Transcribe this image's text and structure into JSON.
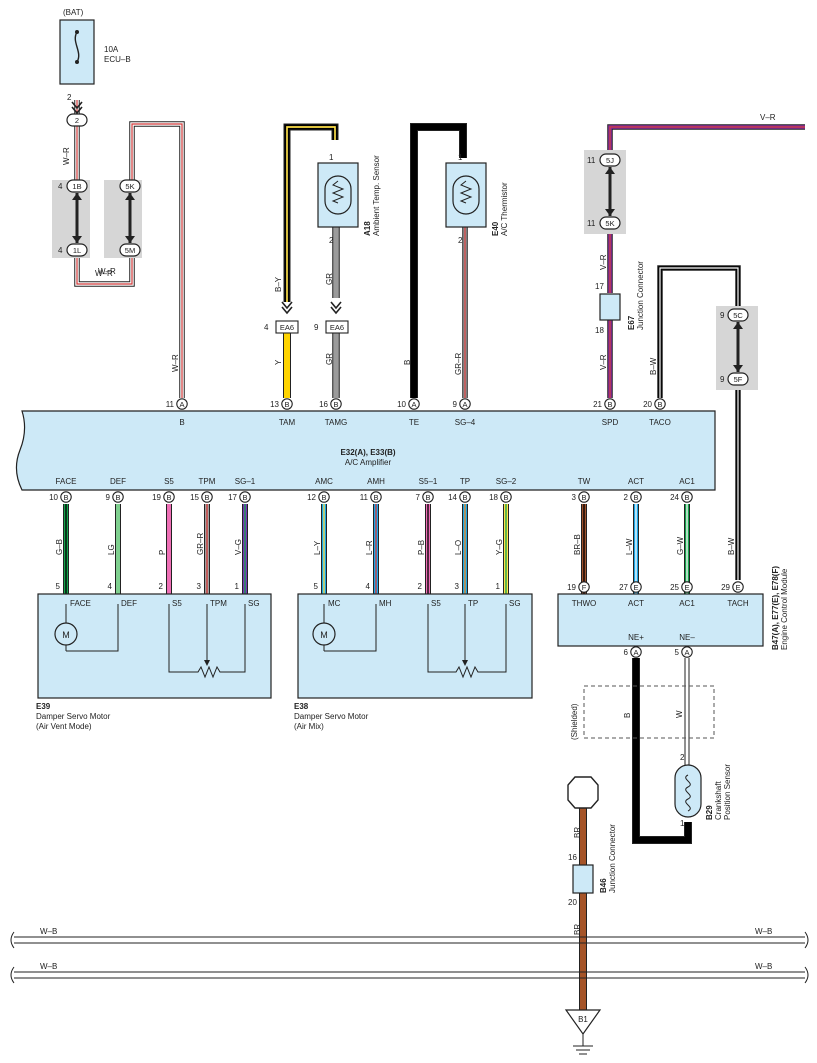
{
  "fuse": {
    "source": "(BAT)",
    "rating": "10A",
    "name": "ECU–B",
    "pin": "2",
    "node": "2"
  },
  "colors": {
    "box_fill": "#cde9f7",
    "shade": "#d6d6d6",
    "W-R": [
      "#ffffff",
      "#d23a3a"
    ],
    "B-Y": [
      "#000000",
      "#ffe14a"
    ],
    "Y": "#ffd400",
    "GR": "#9b9b9b",
    "B": "#000000",
    "GR-R": [
      "#a0a0a0",
      "#d23a3a"
    ],
    "V-R": [
      "#8a2da0",
      "#d23a3a"
    ],
    "B-W": [
      "#000000",
      "#ffffff"
    ],
    "G-B": [
      "#14a24b",
      "#000000"
    ],
    "LG": "#7fd08f",
    "P": "#ef6fb6",
    "V-G": [
      "#7a33b8",
      "#14a24b"
    ],
    "L-Y": [
      "#1aa6e8",
      "#ffe14a"
    ],
    "L-R": [
      "#1aa6e8",
      "#d23a3a"
    ],
    "P-B": [
      "#ef6fb6",
      "#000000"
    ],
    "L-O": [
      "#1aa6e8",
      "#f08a24"
    ],
    "Y-G": [
      "#ffe14a",
      "#14a24b"
    ],
    "BR-B": [
      "#a0522d",
      "#000000"
    ],
    "L-W": [
      "#1aa6e8",
      "#ffffff"
    ],
    "G-W": [
      "#14a24b",
      "#ffffff"
    ],
    "BR": "#a55428",
    "W": "#ffffff"
  },
  "junction_left": {
    "a": {
      "top_pin": "4",
      "top": "1B",
      "bot_pin": "4",
      "bot": "1L"
    },
    "b": {
      "top": "5K",
      "bot": "5M"
    },
    "wire_top": "W–R",
    "wire_bot": "W–R"
  },
  "junction_right": {
    "top_pin": "11",
    "top": "5J",
    "bot_pin": "11",
    "bot": "5K"
  },
  "junction_tach": {
    "top_pin": "9",
    "top": "5C",
    "bot_pin": "9",
    "bot": "5F"
  },
  "sensors": {
    "a18": {
      "code": "A18",
      "name": "Ambient Temp. Sensor",
      "pin1": "1",
      "pin2": "2"
    },
    "e40": {
      "code": "E40",
      "name": "A/C Thermistor",
      "pin1": "1",
      "pin2": "2"
    }
  },
  "connectors": {
    "ea6_left": {
      "pin": "4",
      "name": "EA6"
    },
    "ea6_right": {
      "pin": "9",
      "name": "EA6"
    },
    "e67": {
      "code": "E67",
      "name": "Junction Connector",
      "pin_top": "17",
      "pin_bot": "18"
    },
    "b46": {
      "code": "B46",
      "name": "Junction Connector",
      "pin_top": "16",
      "pin_bot": "20"
    }
  },
  "wire_labels": {
    "w_r_fuse": "W–R",
    "w_r_amp": "W–R",
    "b_y": "B–Y",
    "y": "Y",
    "gr_top": "GR",
    "gr_bot": "GR",
    "b_te": "B",
    "gr_r": "GR–R",
    "v_r_top": "V–R",
    "v_r_mid": "V–R",
    "v_r_bot": "V–R",
    "b_w_taco": "B–W",
    "b_w_tach": "B–W",
    "g_b": "G–B",
    "lg": "LG",
    "p": "P",
    "gr_r2": "GR–R",
    "v_g": "V–G",
    "l_y": "L–Y",
    "l_r": "L–R",
    "p_b": "P–B",
    "l_o": "L–O",
    "y_g": "Y–G",
    "br_b": "BR–B",
    "l_w": "L–W",
    "g_w": "G–W",
    "b_w2": "B–W",
    "ne_b": "B",
    "ne_w": "W",
    "br_top": "BR",
    "br_bot": "BR",
    "shielded": "(Shielded)"
  },
  "amplifier": {
    "title": "E32(A), E33(B)",
    "subtitle": "A/C Amplifier",
    "top_pins": [
      {
        "num": "11",
        "conn": "A",
        "label": "B"
      },
      {
        "num": "13",
        "conn": "B",
        "label": "TAM"
      },
      {
        "num": "16",
        "conn": "B",
        "label": "TAMG"
      },
      {
        "num": "10",
        "conn": "A",
        "label": "TE"
      },
      {
        "num": "9",
        "conn": "A",
        "label": "SG–4"
      },
      {
        "num": "21",
        "conn": "B",
        "label": "SPD"
      },
      {
        "num": "20",
        "conn": "B",
        "label": "TACO"
      }
    ],
    "bottom_pins": [
      {
        "num": "10",
        "conn": "B",
        "label": "FACE"
      },
      {
        "num": "9",
        "conn": "B",
        "label": "DEF"
      },
      {
        "num": "19",
        "conn": "B",
        "label": "S5"
      },
      {
        "num": "15",
        "conn": "B",
        "label": "TPM"
      },
      {
        "num": "17",
        "conn": "B",
        "label": "SG–1"
      },
      {
        "num": "12",
        "conn": "B",
        "label": "AMC"
      },
      {
        "num": "11",
        "conn": "B",
        "label": "AMH"
      },
      {
        "num": "7",
        "conn": "B",
        "label": "S5–1"
      },
      {
        "num": "14",
        "conn": "B",
        "label": "TP"
      },
      {
        "num": "18",
        "conn": "B",
        "label": "SG–2"
      },
      {
        "num": "3",
        "conn": "B",
        "label": "TW"
      },
      {
        "num": "2",
        "conn": "B",
        "label": "ACT"
      },
      {
        "num": "24",
        "conn": "B",
        "label": "AC1"
      }
    ]
  },
  "e39": {
    "code": "E39",
    "name": "Damper Servo Motor",
    "sub": "(Air Vent Mode)",
    "pins": [
      {
        "num": "5",
        "label": "FACE"
      },
      {
        "num": "4",
        "label": "DEF"
      },
      {
        "num": "2",
        "label": "S5"
      },
      {
        "num": "3",
        "label": "TPM"
      },
      {
        "num": "1",
        "label": "SG"
      }
    ],
    "motor": "M"
  },
  "e38": {
    "code": "E38",
    "name": "Damper Servo Motor",
    "sub": "(Air Mix)",
    "pins": [
      {
        "num": "5",
        "label": "MC"
      },
      {
        "num": "4",
        "label": "MH"
      },
      {
        "num": "2",
        "label": "S5"
      },
      {
        "num": "3",
        "label": "TP"
      },
      {
        "num": "1",
        "label": "SG"
      }
    ],
    "motor": "M"
  },
  "ecm": {
    "code": "B47(A), E77(E), E78(F)",
    "name": "Engine Control Module",
    "pins": [
      {
        "num": "19",
        "conn": "F",
        "label": "THWO"
      },
      {
        "num": "27",
        "conn": "E",
        "label": "ACT"
      },
      {
        "num": "25",
        "conn": "E",
        "label": "AC1"
      },
      {
        "num": "29",
        "conn": "E",
        "label": "TACH"
      }
    ],
    "ne": [
      {
        "num": "6",
        "conn": "A",
        "label": "NE+"
      },
      {
        "num": "5",
        "conn": "A",
        "label": "NE–"
      }
    ]
  },
  "b29": {
    "code": "B29",
    "name": "Crankshaft",
    "sub": "Position Sensor",
    "pin2": "2",
    "pin1": "1"
  },
  "v_r_top_label": "V–R",
  "bus": [
    {
      "left": "W–B",
      "right": "W–B"
    },
    {
      "left": "W–B",
      "right": "W–B"
    }
  ],
  "ground": {
    "code": "B1"
  }
}
